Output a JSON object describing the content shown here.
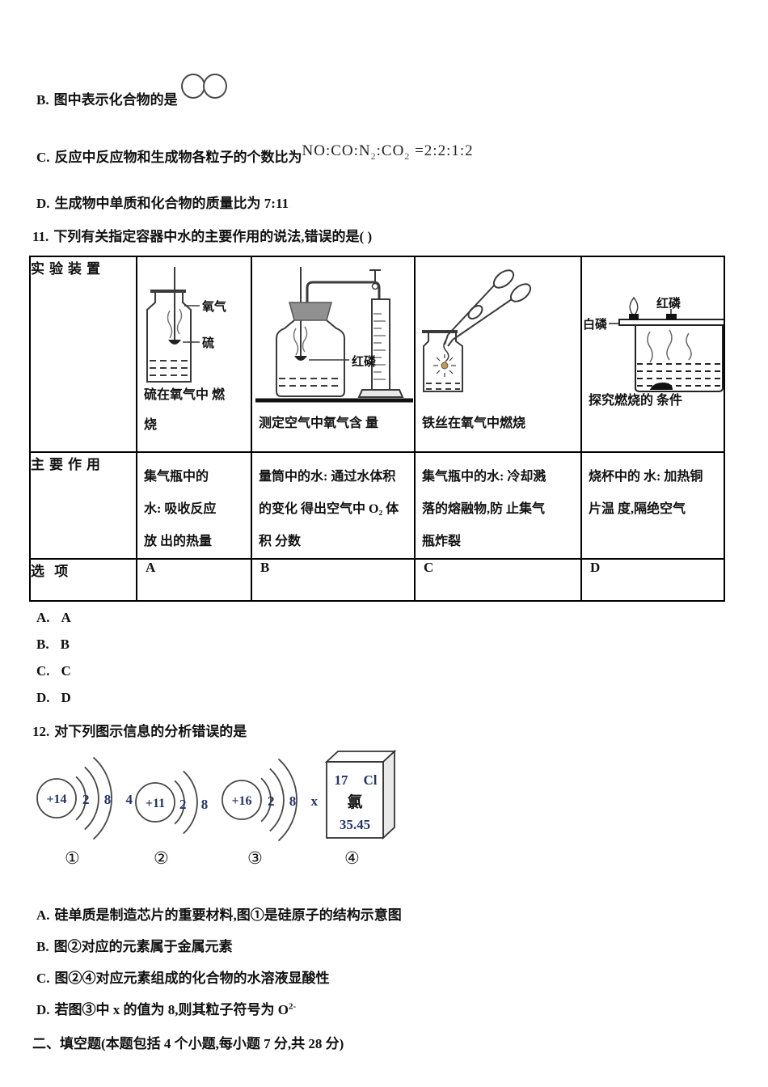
{
  "q10": {
    "b_label": "B.",
    "b_text": "图中表示化合物的是",
    "c_label": "C.",
    "c_text": "反应中反应物和生成物各粒子的个数比为",
    "formula": {
      "p1": "NO:CO:N",
      "s1": "2",
      "p2": ":CO",
      "s2": "2",
      "p3": " =2:2:1:2"
    },
    "d_label": "D.",
    "d_text": "生成物中单质和化合物的质量比为 7:11"
  },
  "q11": {
    "number": "11.",
    "text": "下列有关指定容器中水的主要作用的说法,错误的是(     )",
    "table": {
      "header_device": "实验装置",
      "header_role": "主要作用",
      "header_option": "选 项",
      "cells": {
        "a": {
          "label_oxygen": "氧气",
          "label_sulfur": "硫",
          "caption": "硫在氧气中 燃\n烧",
          "role": "集气瓶中的\n水: 吸收反应\n放 出的热量",
          "option": "A"
        },
        "b": {
          "label_red_phosphorus": "红磷",
          "caption": "测定空气中氧气含 量",
          "role": "量筒中的水: 通过水体积\n的变化 得出空气中 O₂ 体\n积 分数",
          "option": "B"
        },
        "c": {
          "caption": "铁丝在氧气中燃烧",
          "role": "集气瓶中的水: 冷却溅\n落的熔融物,防 止集气\n瓶炸裂",
          "option": "C"
        },
        "d": {
          "label_white_phosphorus": "白磷",
          "label_red_phosphorus": "红磷",
          "caption": "探究燃烧的 条件",
          "role": "烧杯中的 水: 加热铜\n片温 度,隔绝空气",
          "option": "D"
        }
      }
    },
    "answers": [
      {
        "label": "A.",
        "value": "A"
      },
      {
        "label": "B.",
        "value": "B"
      },
      {
        "label": "C.",
        "value": "C"
      },
      {
        "label": "D.",
        "value": "D"
      }
    ]
  },
  "q12": {
    "number": "12.",
    "text": "对下列图示信息的分析错误的是",
    "atoms": [
      {
        "nucleus": "+14",
        "shells": "2 8 4",
        "tag": "①"
      },
      {
        "nucleus": "+11",
        "shells": "2 8",
        "tag": "②"
      },
      {
        "nucleus": "+16",
        "shells": "2 8 x",
        "tag": "③"
      }
    ],
    "element_box": {
      "number": "17",
      "symbol": "Cl",
      "name": "氯",
      "mass": "35.45",
      "tag": "④"
    },
    "options": [
      {
        "label": "A.",
        "text": "硅单质是制造芯片的重要材料,图①是硅原子的结构示意图"
      },
      {
        "label": "B.",
        "text": "图②对应的元素属于金属元素"
      },
      {
        "label": "C.",
        "text": "图②④对应元素组成的化合物的水溶液显酸性"
      },
      {
        "label": "D.",
        "text": "若图③中 x 的值为 8,则其粒子符号为 O",
        "sup": "2-"
      }
    ]
  },
  "section2": {
    "title": "二、填空题(本题包括 4 个小题,每小题 7 分,共 28 分)"
  },
  "colors": {
    "ink": "#111111",
    "diagram_blue": "#24356b",
    "stroke": "#3a3a3a"
  }
}
